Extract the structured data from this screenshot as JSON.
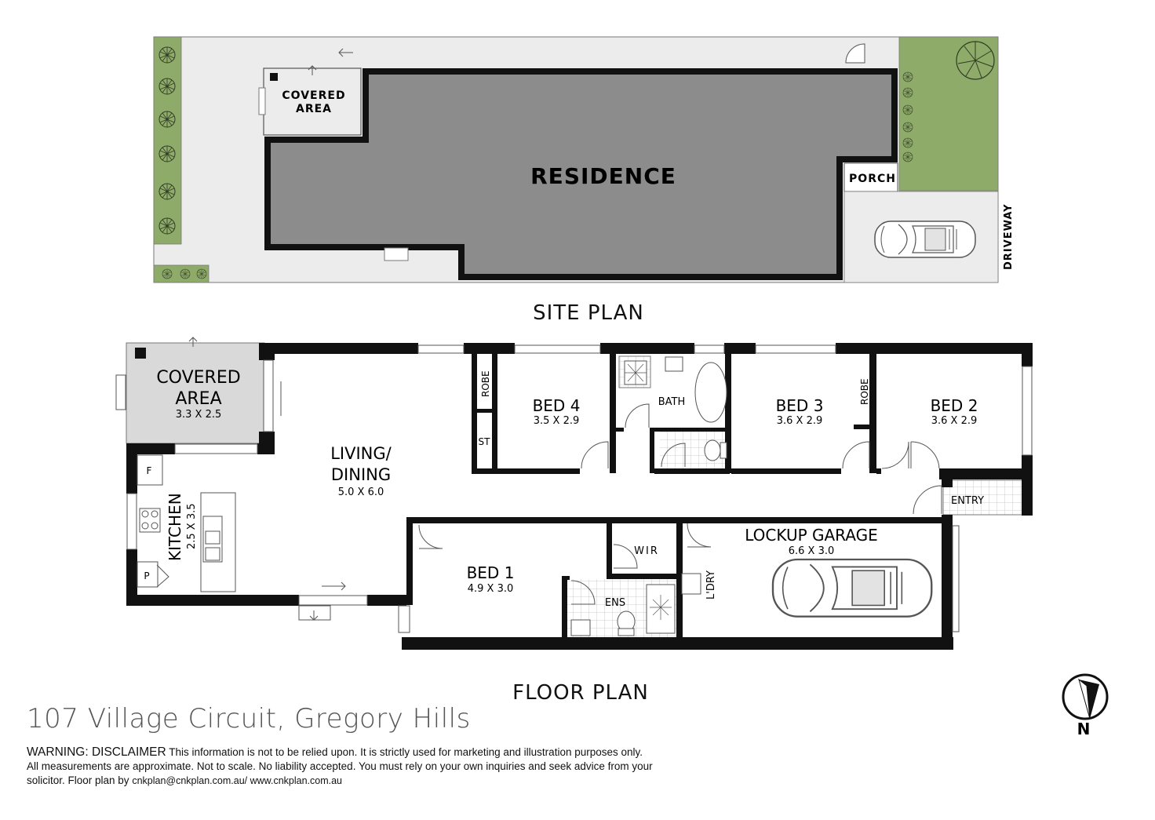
{
  "site_plan": {
    "caption": "SITE PLAN",
    "covered_area_line1": "COVERED",
    "covered_area_line2": "AREA",
    "residence": "RESIDENCE",
    "porch": "PORCH",
    "driveway": "DRIVEWAY"
  },
  "floor_plan": {
    "caption": "FLOOR PLAN",
    "rooms": {
      "covered_area": {
        "line1": "COVERED",
        "line2": "AREA",
        "size": "3.3 X 2.5"
      },
      "living": {
        "line1": "LIVING/",
        "line2": "DINING",
        "size": "5.0 X 6.0"
      },
      "kitchen": {
        "name": "KITCHEN",
        "size": "2.5 X 3.5"
      },
      "bed4": {
        "name": "BED 4",
        "size": "3.5 X 2.9"
      },
      "bed3": {
        "name": "BED 3",
        "size": "3.6 X 2.9"
      },
      "bed2": {
        "name": "BED 2",
        "size": "3.6 X 2.9"
      },
      "bed1": {
        "name": "BED 1",
        "size": "4.9 X 3.0"
      },
      "garage": {
        "name": "LOCKUP GARAGE",
        "size": "6.6 X 3.0"
      },
      "bath": "BATH",
      "ens": "ENS",
      "wir": "WIR",
      "laundry": "L'DRY",
      "entry": "ENTRY",
      "robe": "ROBE",
      "store": "ST",
      "fridge": "F",
      "pantry": "P"
    }
  },
  "address": "107 Village Circuit, Gregory Hills",
  "disclaimer": {
    "heading": "WARNING: DISCLAIMER",
    "text1": "This information is not to be relied upon. It is strictly used for marketing and illustration purposes only.",
    "text2": "All measurements are approximate. Not to scale. No liability accepted. You must rely on your own inquiries and seek advice from your",
    "text3": "solicitor. Floor plan by",
    "contact": "cnkplan@cnkplan.com.au/ www.cnkplan.com.au"
  },
  "compass": {
    "label": "N"
  },
  "colors": {
    "garden": "#8fab69",
    "residence": "#8c8c8c",
    "site_ground": "#ececec",
    "covered": "#d9d9d9",
    "wall": "#111111"
  }
}
